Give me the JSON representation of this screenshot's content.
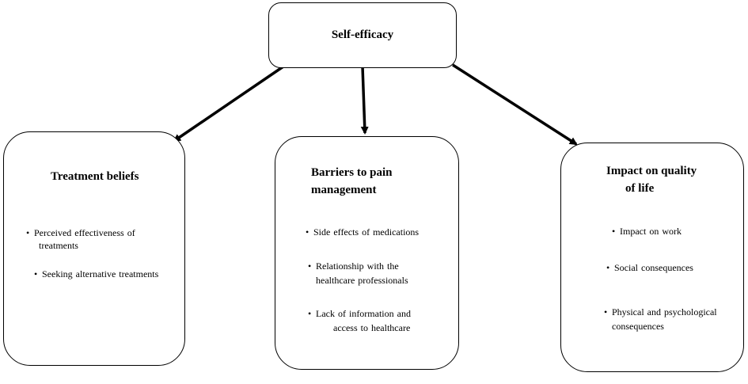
{
  "root": {
    "label": "Self-efficacy"
  },
  "boxes": [
    {
      "title_lines": [
        "Treatment beliefs"
      ],
      "items": [
        {
          "lines": [
            "Perceived effectiveness  of",
            "treatments"
          ]
        },
        {
          "lines": [
            "Seeking  alternative  treatments"
          ]
        }
      ]
    },
    {
      "title_lines": [
        "Barriers to pain",
        "management"
      ],
      "items": [
        {
          "lines": [
            "Side effects  of  medications"
          ]
        },
        {
          "lines": [
            "Relationship  with the",
            "healthcare  professionals"
          ]
        },
        {
          "lines": [
            "Lack of information  and",
            "access to healthcare"
          ]
        }
      ]
    },
    {
      "title_lines": [
        "Impact on quality",
        "of life"
      ],
      "items": [
        {
          "lines": [
            "Impact  on work"
          ]
        },
        {
          "lines": [
            "Social  consequences"
          ]
        },
        {
          "lines": [
            "Physical  and psychological",
            "consequences"
          ]
        }
      ]
    }
  ],
  "bullet_symbol": "•"
}
